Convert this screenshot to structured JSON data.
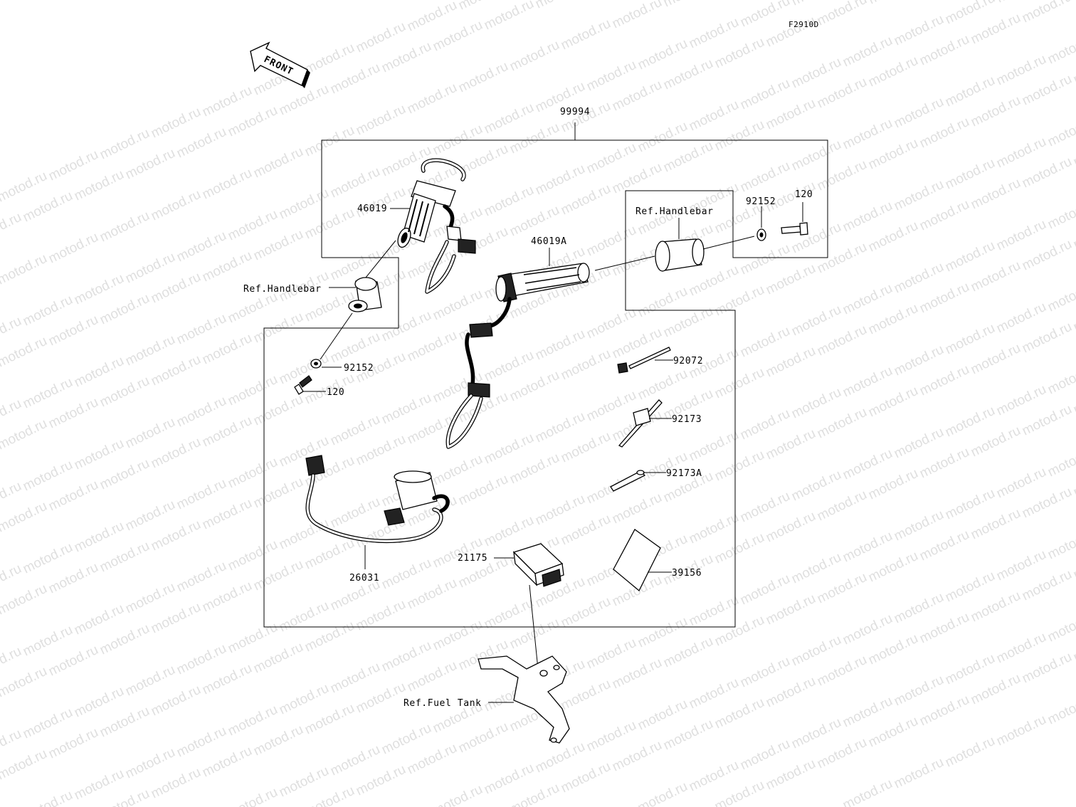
{
  "figure_code": "F2910D",
  "front_label": "FRONT",
  "watermark_text": "motod.ru",
  "labels": {
    "kit": "99994",
    "grip_left": "46019",
    "grip_right": "46019A",
    "ref_handlebar_left": "Ref.Handlebar",
    "ref_handlebar_right": "Ref.Handlebar",
    "washer_left": "92152",
    "washer_right": "92152",
    "bolt_left": "120",
    "bolt_right": "120",
    "clamp": "92072",
    "band": "92173",
    "band_a": "92173A",
    "manual": "39156",
    "relay": "21175",
    "harness": "26031",
    "ref_fuel_tank": "Ref.Fuel Tank"
  },
  "colors": {
    "line": "#000000",
    "watermark": "#c4c4c4",
    "background": "#ffffff"
  }
}
